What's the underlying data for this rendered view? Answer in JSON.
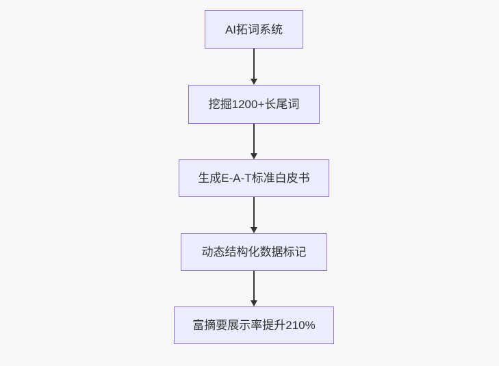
{
  "diagram": {
    "type": "flowchart",
    "direction": "top-down",
    "colors": {
      "background": "#f8f8f8",
      "node_fill": "#ececff",
      "node_border": "#9370db",
      "node_text": "#333333",
      "arrow": "#333333"
    },
    "nodes": [
      {
        "label": "AI拓词系统"
      },
      {
        "label": "挖掘1200+长尾词"
      },
      {
        "label": "生成E-A-T标准白皮书"
      },
      {
        "label": "动态结构化数据标记"
      },
      {
        "label": "富摘要展示率提升210%"
      }
    ],
    "edges": [
      {
        "from": 0,
        "to": 1
      },
      {
        "from": 1,
        "to": 2
      },
      {
        "from": 2,
        "to": 3
      },
      {
        "from": 3,
        "to": 4
      }
    ]
  }
}
